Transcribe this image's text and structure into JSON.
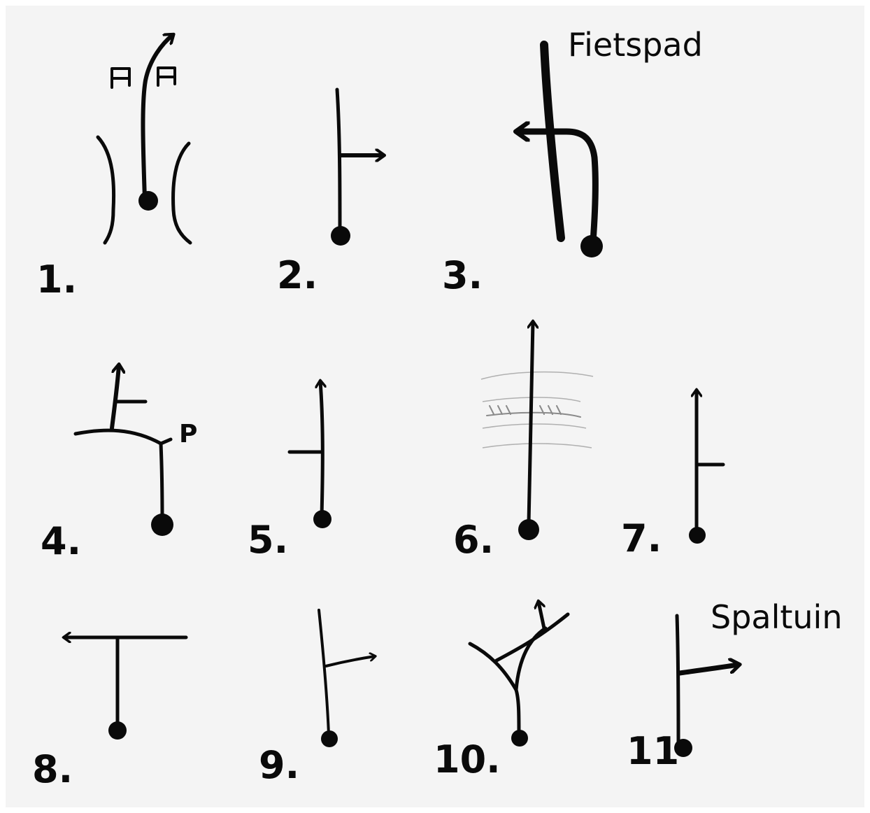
{
  "labels": {
    "n1": "1.",
    "n2": "2.",
    "n3": "3.",
    "n4": "4.",
    "n5": "5.",
    "n6": "6.",
    "n7": "7.",
    "n8": "8.",
    "n9": "9.",
    "n10": "10.",
    "n11": "11"
  },
  "annotations": {
    "fietspad": "Fietspad",
    "spaltuin": "Spaltuin",
    "p_marker": "P"
  }
}
